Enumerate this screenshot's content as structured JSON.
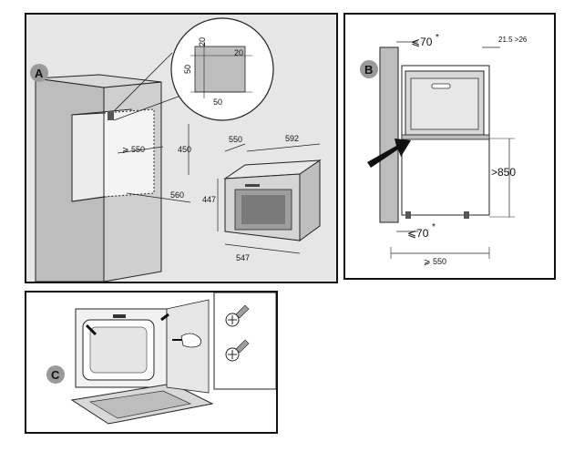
{
  "panels": {
    "a": {
      "badge": "A",
      "detail": {
        "top": "20",
        "right": "20",
        "left": "50",
        "bottom": "50"
      },
      "cavity": {
        "depth_min": "⩾ 550",
        "height": "450",
        "width": "560"
      },
      "oven": {
        "depth": "550",
        "width_top": "592",
        "height": "447",
        "width_bottom": "547"
      }
    },
    "b": {
      "badge": "B",
      "gap_top": "⩽70",
      "gap_top_mark": "*",
      "offset": "21.5 >26",
      "height_min": ">850",
      "gap_bottom": "⩽70",
      "gap_bottom_mark": "*",
      "depth_min": "⩾ 550"
    },
    "c": {
      "badge": "C"
    }
  },
  "colors": {
    "panel_bg": "#e6e6e6",
    "wall": "#bdbdbd",
    "badge": "#9a9a9a",
    "line": "#111111"
  }
}
